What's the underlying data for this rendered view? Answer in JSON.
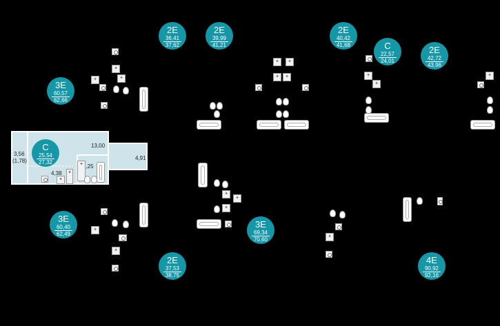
{
  "colors": {
    "background": "#000000",
    "badge": "#1597a8",
    "plan_fill": "#cfe3ea"
  },
  "badges": [
    {
      "type": "2E",
      "area1": "36,41",
      "area2": "37,62"
    },
    {
      "type": "2E",
      "area1": "39,99",
      "area2": "41,21"
    },
    {
      "type": "2E",
      "area1": "40,42",
      "area2": "41,68"
    },
    {
      "type": "C",
      "area1": "22,57",
      "area2": "24,01"
    },
    {
      "type": "2E",
      "area1": "42,72",
      "area2": "43,96"
    },
    {
      "type": "3E",
      "area1": "60,57",
      "area2": "62,66"
    },
    {
      "type": "C",
      "area1": "25,54",
      "area2": "27,32"
    },
    {
      "type": "3E",
      "area1": "60,40",
      "area2": "62,49"
    },
    {
      "type": "3E",
      "area1": "69,34",
      "area2": "70,60"
    },
    {
      "type": "2E",
      "area1": "37,53",
      "area2": "38,75"
    },
    {
      "type": "4E",
      "area1": "90,92",
      "area2": "92,16"
    }
  ],
  "plan_labels": {
    "room_main": "13,00",
    "balcony": "4,91",
    "bath": "3,25",
    "hall": "4,38",
    "loggia_a": "3,56",
    "loggia_b": "(1,78)"
  }
}
